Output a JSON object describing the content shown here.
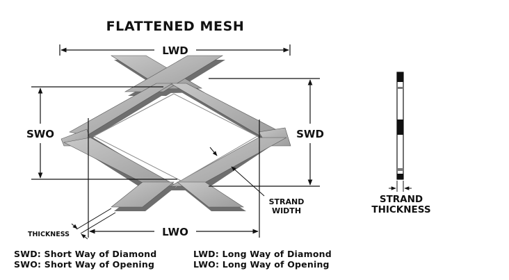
{
  "title": "FLATTENED MESH",
  "labels": {
    "lwd": "LWD",
    "swd": "SWD",
    "swo": "SWO",
    "lwo": "LWO",
    "strand_width_line1": "STRAND",
    "strand_width_line2": "WIDTH",
    "thickness": "THICKNESS",
    "strand_thickness_line1": "STRAND",
    "strand_thickness_line2": "THICKNESS"
  },
  "legend": [
    {
      "abbr": "SWD",
      "text": "Short Way of Diamond"
    },
    {
      "abbr": "SWO",
      "text": "Short Way of Opening"
    },
    {
      "abbr": "LWD",
      "text": "Long Way of Diamond"
    },
    {
      "abbr": "LWO",
      "text": "Long Way of Opening"
    }
  ],
  "colors": {
    "strand_face": "#b4b4b4",
    "strand_side": "#6e6e6e",
    "strand_dark": "#101010",
    "line": "#111111"
  }
}
